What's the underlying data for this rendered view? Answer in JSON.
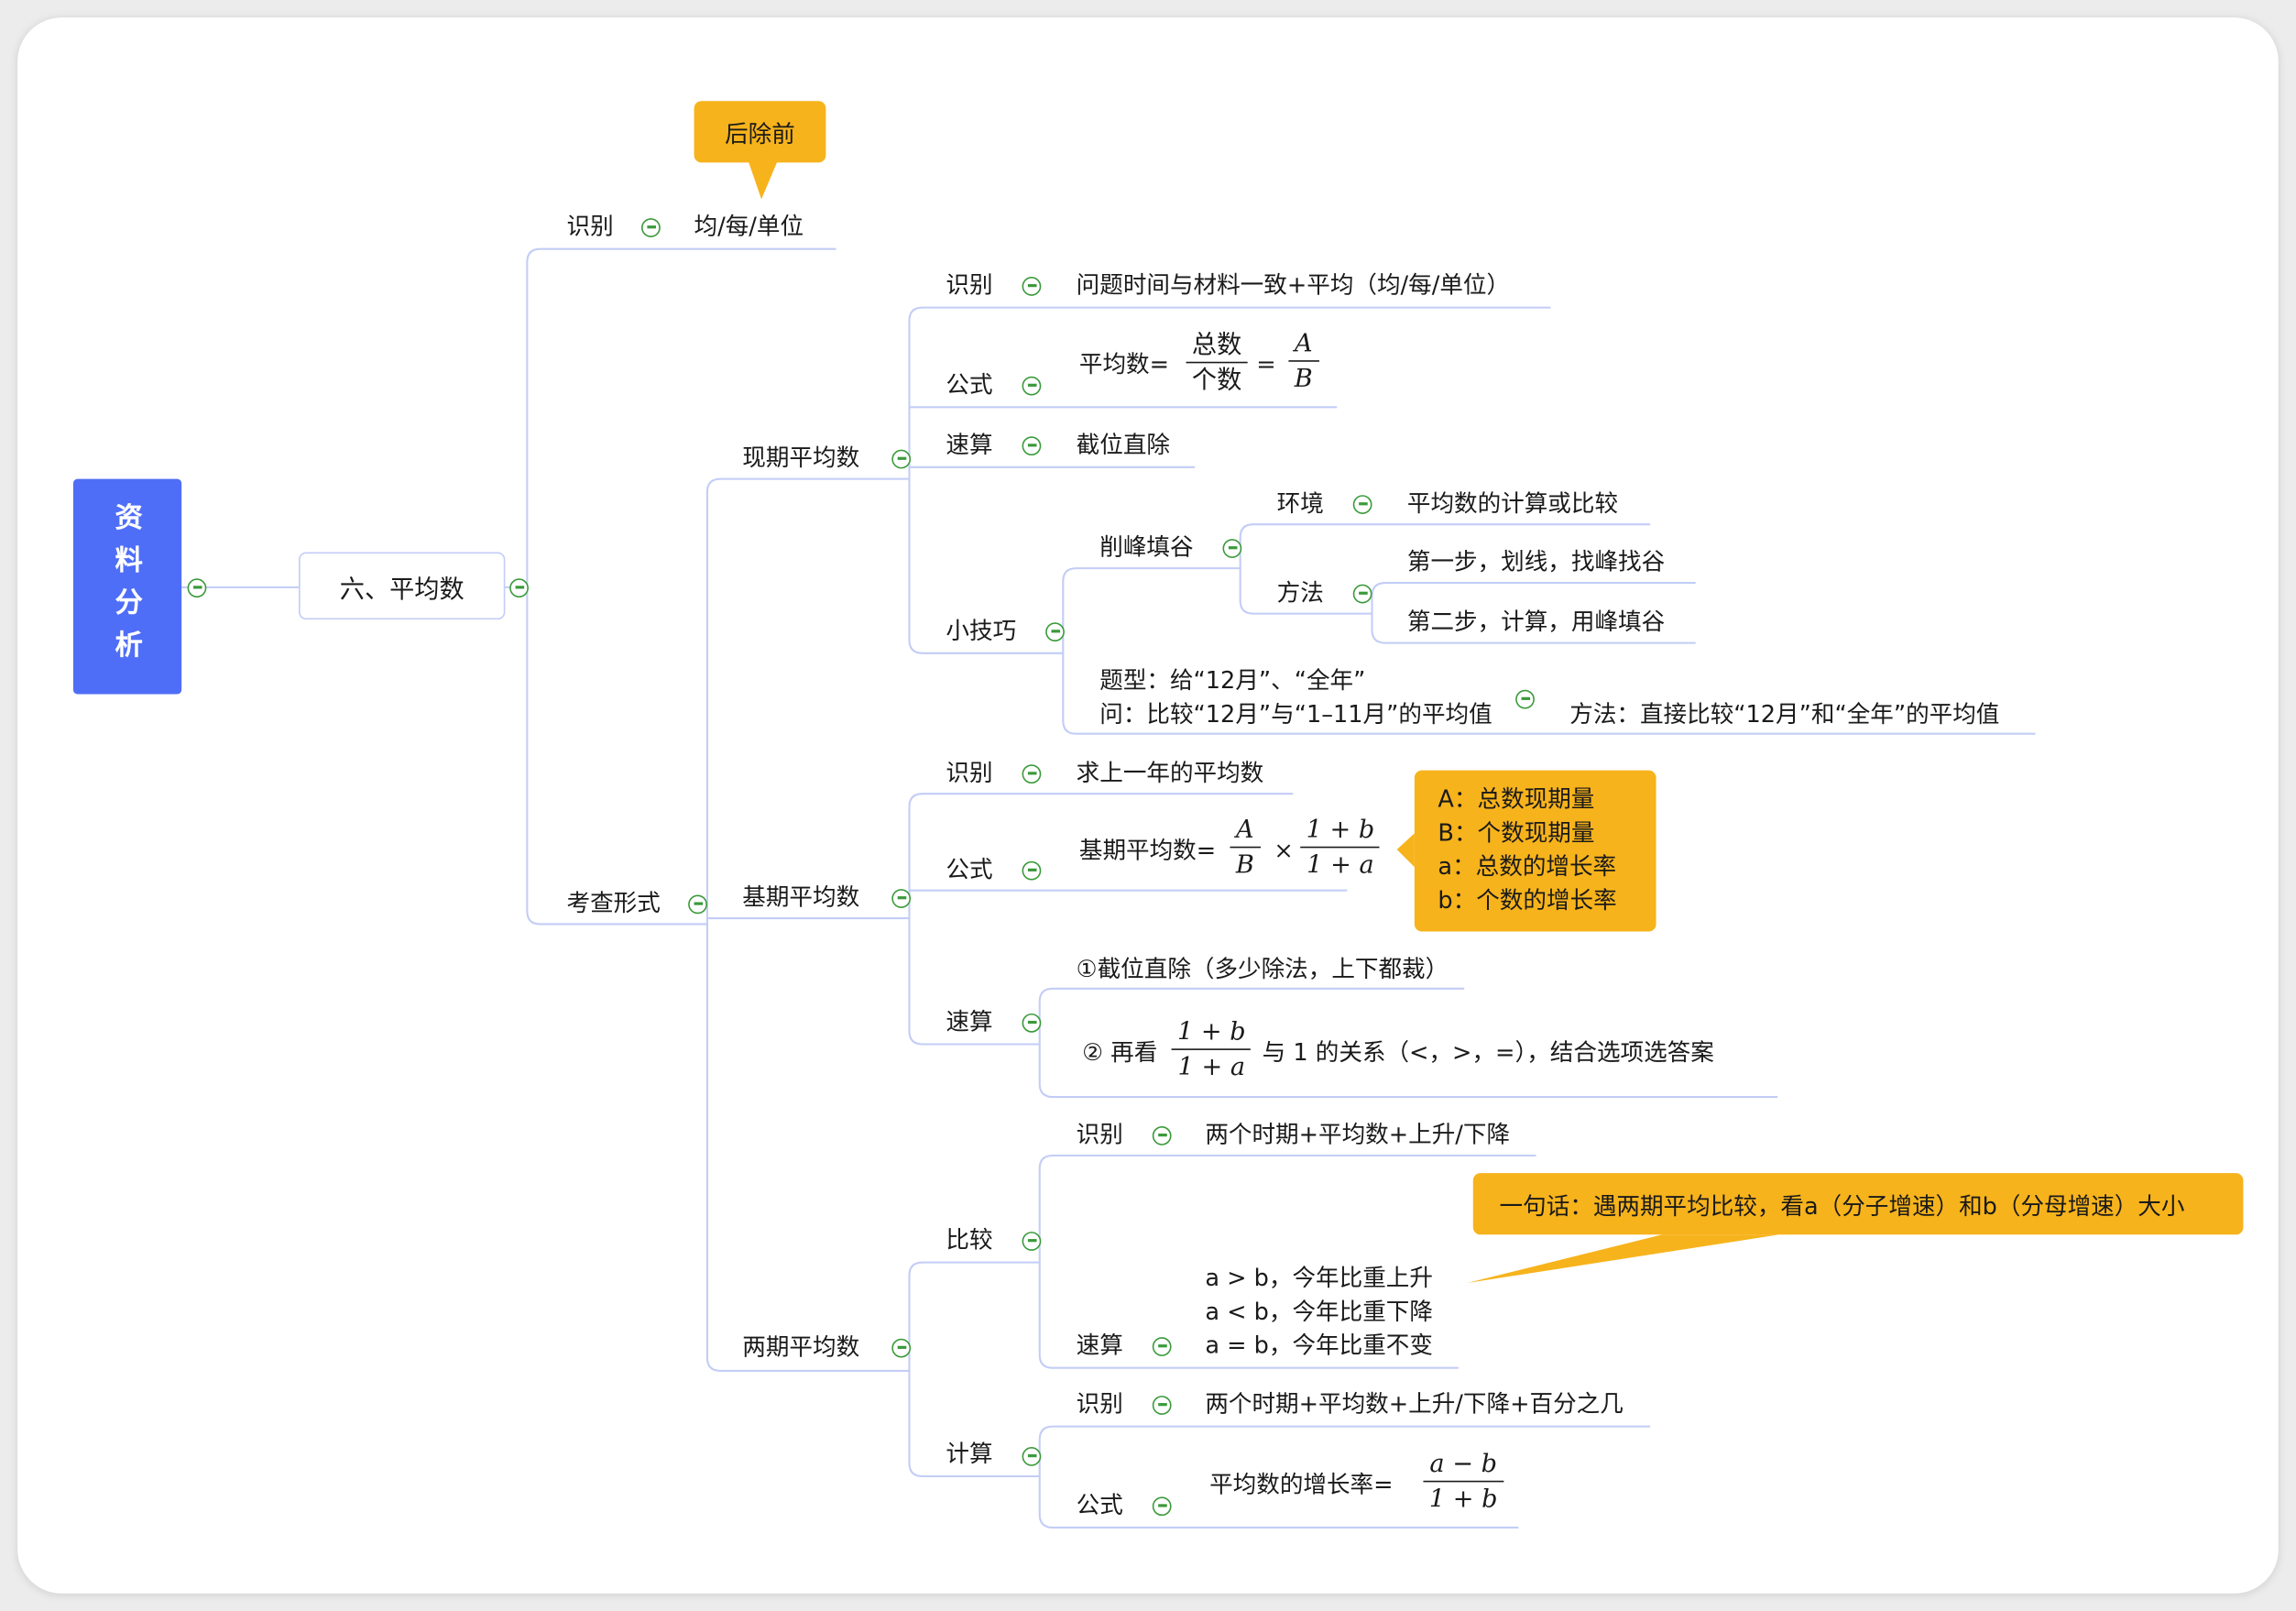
{
  "root": {
    "label": "资料分析"
  },
  "level1": {
    "label": "六、平均数"
  },
  "identify": {
    "label": "识别",
    "value": "均/每/单位",
    "callout": "后除前"
  },
  "forms": {
    "label": "考查形式"
  },
  "current": {
    "label": "现期平均数",
    "identify_label": "识别",
    "identify_value": "问题时间与材料一致+平均（均/每/单位）",
    "formula_label": "公式",
    "formula_prefix": "平均数=",
    "formula_num": "总数",
    "formula_den": "个数",
    "formula_eq": "=",
    "formula_A": "A",
    "formula_B": "B",
    "quick_label": "速算",
    "quick_value": "截位直除",
    "tips_label": "小技巧",
    "shave_label": "削峰填谷",
    "env_label": "环境",
    "env_value": "平均数的计算或比较",
    "method_label": "方法",
    "step1": "第一步，划线，找峰找谷",
    "step2": "第二步，计算，用峰填谷",
    "q_line1": "题型：给“12月”、“全年”",
    "q_line2": "问：比较“12月”与“1–11月”的平均值",
    "q_method": "方法：直接比较“12月”和“全年”的平均值"
  },
  "base": {
    "label": "基期平均数",
    "identify_label": "识别",
    "identify_value": "求上一年的平均数",
    "formula_label": "公式",
    "formula_prefix": "基期平均数=",
    "frac1_num": "A",
    "frac1_den": "B",
    "times": "×",
    "frac2_num": "1 + b",
    "frac2_den": "1 + a",
    "note_lines": [
      "A：总数现期量",
      "B：个数现期量",
      "a：总数的增长率",
      "b：个数的增长率"
    ],
    "quick_label": "速算",
    "quick_1": "①截位直除（多少除法，上下都裁）",
    "quick_2_pre": "② 再看",
    "quick_2_num": "1 + b",
    "quick_2_den": "1 + a",
    "quick_2_post": "与 1 的关系（<，>，=），结合选项选答案"
  },
  "two": {
    "label": "两期平均数",
    "compare_label": "比较",
    "c_identify_label": "识别",
    "c_identify_value": "两个时期+平均数+上升/下降",
    "c_quick_label": "速算",
    "c_lines": [
      "a > b，今年比重上升",
      "a < b，今年比重下降",
      "a = b，今年比重不变"
    ],
    "c_note": "一句话：遇两期平均比较，看a（分子增速）和b（分母增速）大小",
    "calc_label": "计算",
    "k_identify_label": "识别",
    "k_identify_value": "两个时期+平均数+上升/下降+百分之几",
    "k_formula_label": "公式",
    "k_formula_prefix": "平均数的增长率=",
    "k_num": "a − b",
    "k_den": "1 + b"
  },
  "colors": {
    "root": "#4f6ef7",
    "note": "#f7b31c",
    "line": "#c3cdf6",
    "toggle": "#3a9a3a"
  }
}
